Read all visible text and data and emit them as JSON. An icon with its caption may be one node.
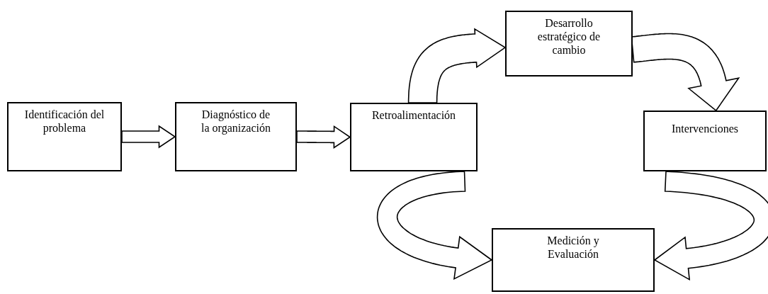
{
  "diagram": {
    "nodes": [
      {
        "text": [
          "Identificación del problema"
        ]
      },
      {
        "text": [
          "Diagnóstico de la organización"
        ]
      },
      {
        "text": [
          "Retroalimentación"
        ]
      },
      {
        "text": [
          "Desarrollo estratégico de cambio"
        ]
      },
      {
        "text": [
          "Intervenciones"
        ]
      },
      {
        "text": [
          "Medición y Evaluación"
        ]
      }
    ],
    "edges": [
      {
        "from": 0,
        "to": 1,
        "arrow": "to"
      },
      {
        "from": 1,
        "to": 2,
        "arrow": "to"
      },
      {
        "from": 2,
        "to": 3,
        "arrow": "to"
      },
      {
        "from": 3,
        "to": 4,
        "arrow": "to"
      },
      {
        "from": 2,
        "to": 5,
        "arrow": "to"
      },
      {
        "from": 4,
        "to": 5,
        "arrow": "to"
      }
    ]
  }
}
